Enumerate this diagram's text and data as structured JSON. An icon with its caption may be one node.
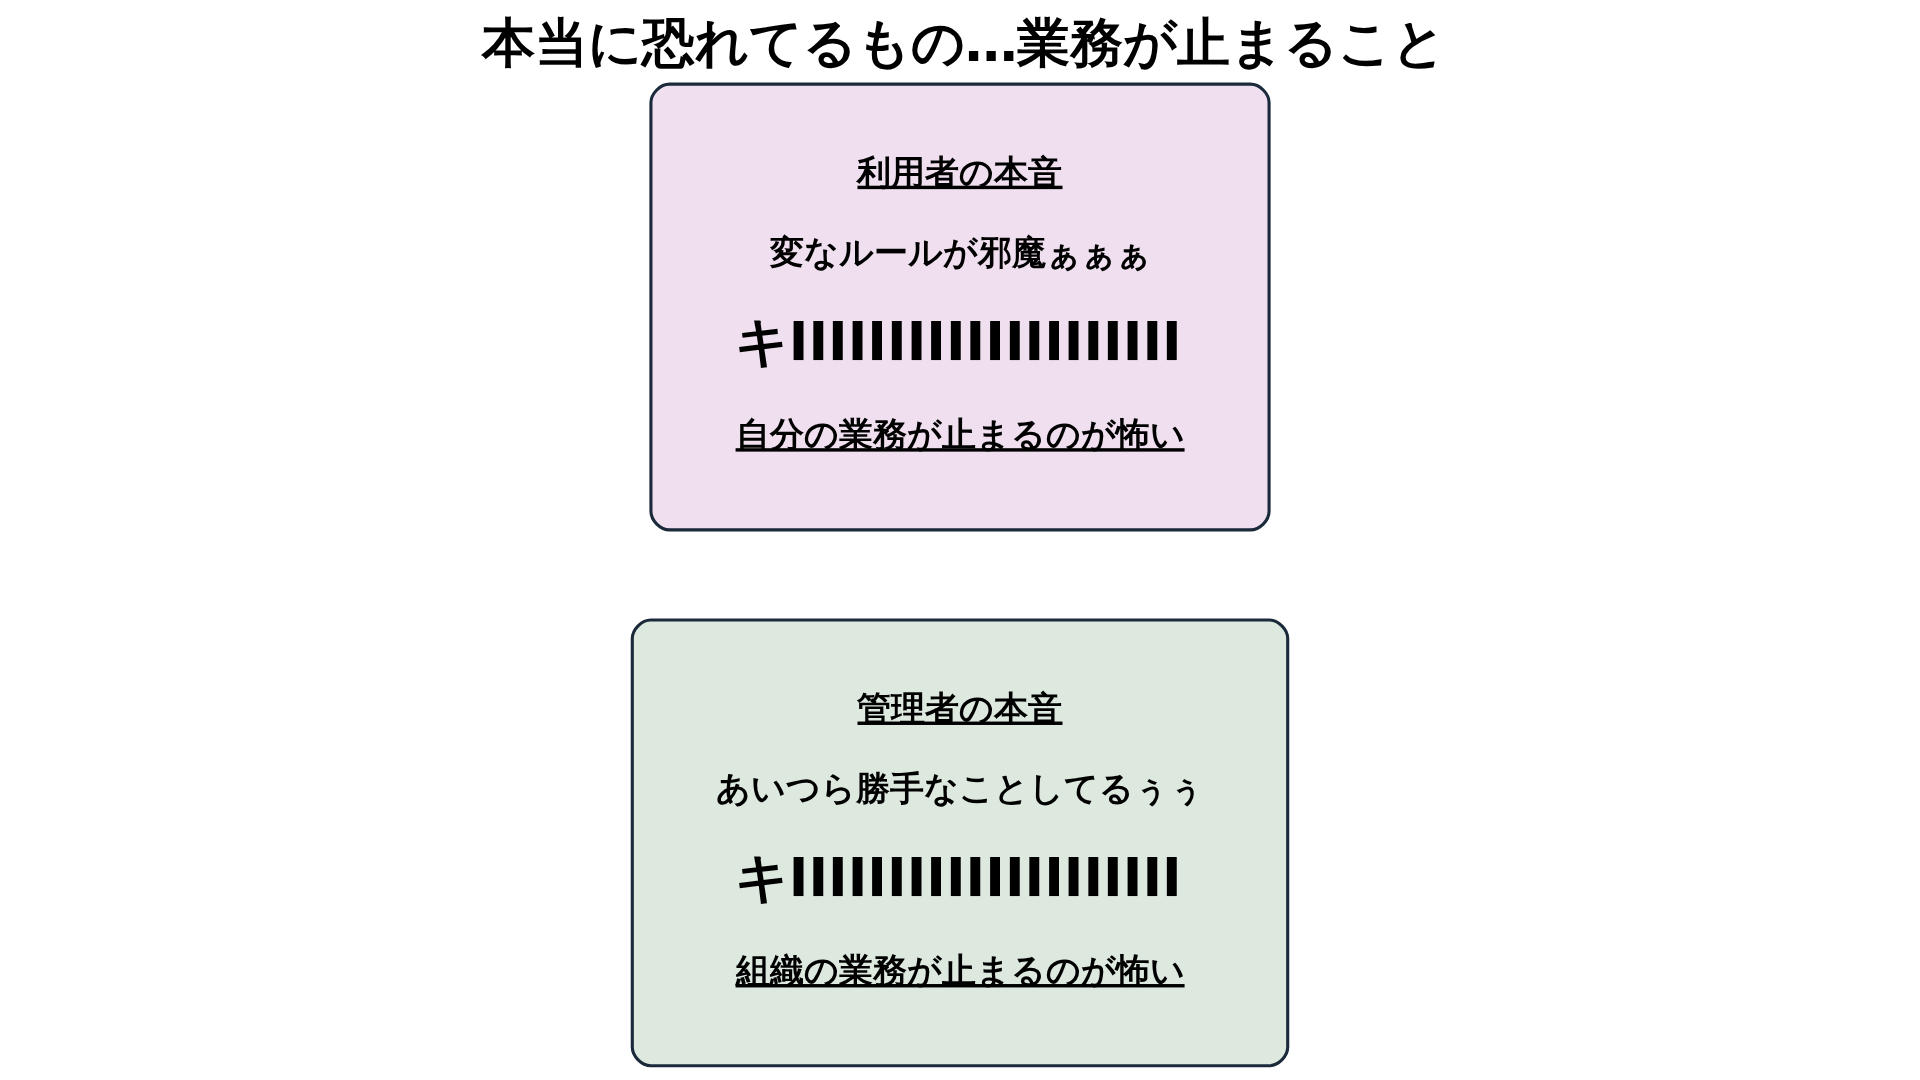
{
  "diagram": {
    "title": "本当に恐れてるもの…業務が止まること",
    "nodes": [
      {
        "text": [
          "管理者の本音",
          "あいつら勝手なことしてるぅぅ",
          "キIIIIIIIIIIIIIIIIIIII",
          "組織の業務が止まるのが怖い"
        ]
      },
      {
        "text": [
          "利用者の本音",
          "変なルールが邪魔ぁぁぁ",
          "キIIIIIIIIIIIIIIIIIIII",
          "自分の業務が止まるのが怖い"
        ]
      }
    ],
    "edges": []
  }
}
